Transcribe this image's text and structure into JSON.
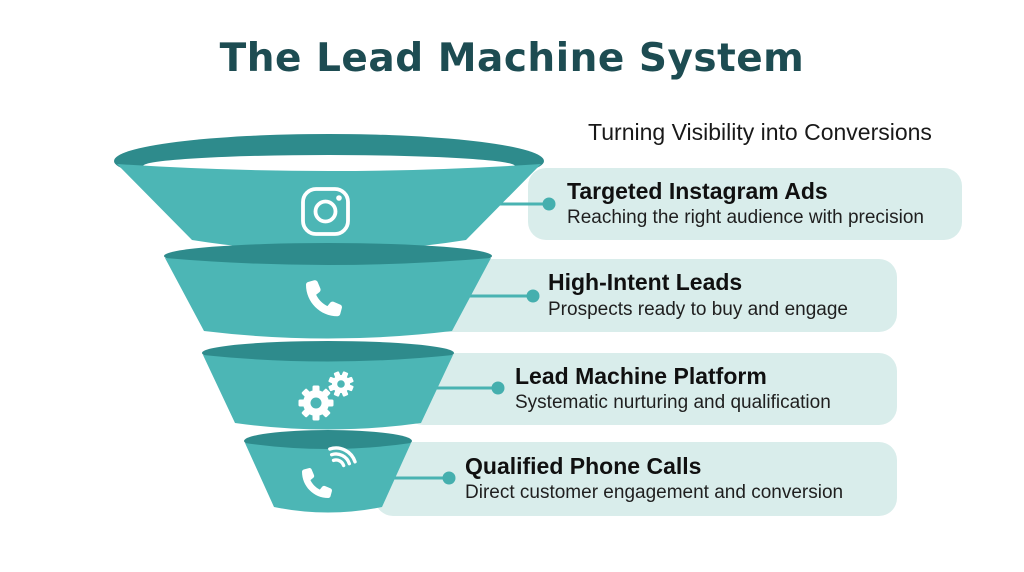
{
  "header": {
    "title": "The Lead Machine System",
    "subtitle": "Turning Visibility into Conversions"
  },
  "stages": [
    {
      "icon": "instagram-icon",
      "title": "Targeted Instagram Ads",
      "description": "Reaching the right audience with precision"
    },
    {
      "icon": "phone-icon",
      "title": "High-Intent Leads",
      "description": "Prospects ready to buy and engage"
    },
    {
      "icon": "gears-icon",
      "title": "Lead Machine Platform",
      "description": "Systematic nurturing and qualification"
    },
    {
      "icon": "phone-call-icon",
      "title": "Qualified Phone Calls",
      "description": "Direct customer engagement and conversion"
    }
  ],
  "colors": {
    "funnel_body": "#4CB6B5",
    "funnel_rim": "#2E8B8C",
    "funnel_opening": "#FFFFFF",
    "card_background": "#D9EDEB",
    "connector": "#49B3B2",
    "heading": "#1D4C52",
    "body_text": "#1C1C1C"
  }
}
